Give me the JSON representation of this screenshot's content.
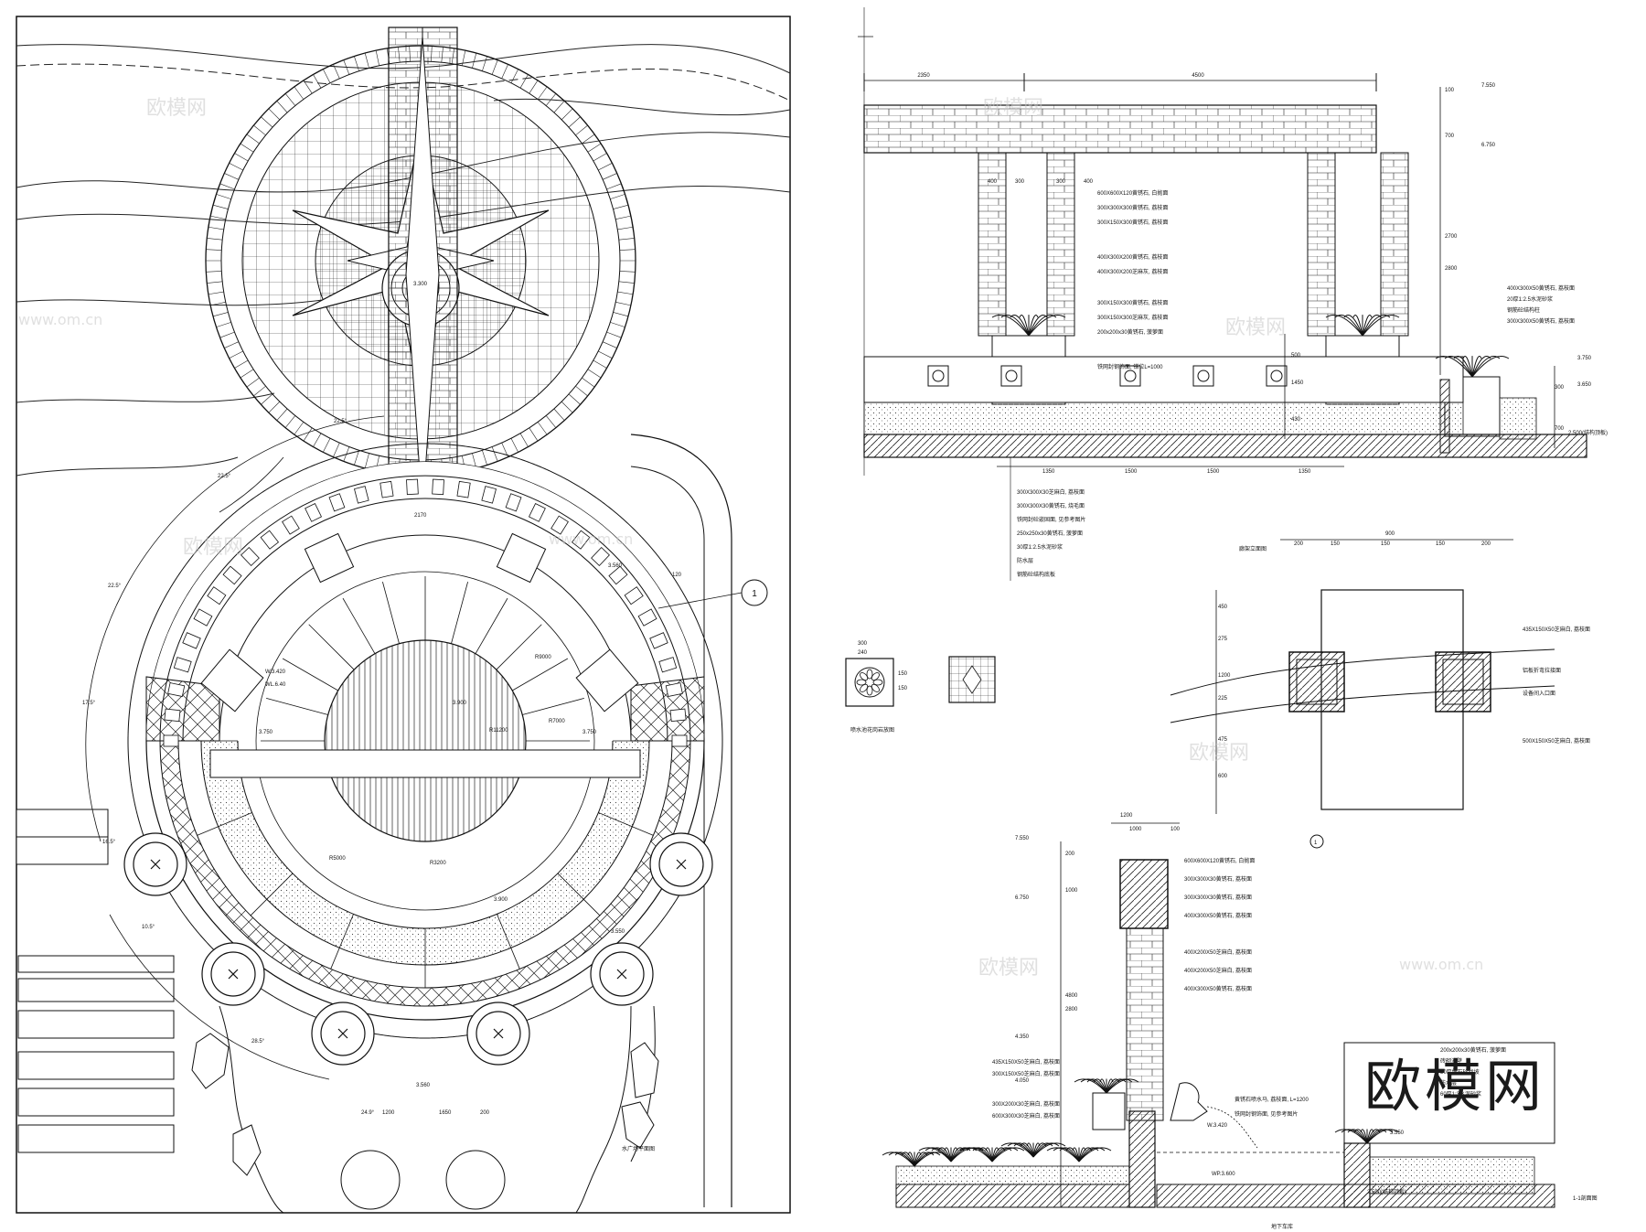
{
  "watermark": {
    "brand": "欧模网",
    "url": "www.om.cn",
    "large_logo": "欧模网"
  },
  "plan": {
    "title": "水广场平面图",
    "angles": [
      "22.5°",
      "22.5°",
      "22.5°",
      "17.5°",
      "16.5°",
      "10.5°",
      "28.5°",
      "24.9°"
    ],
    "radii": [
      "R9000",
      "R11200",
      "R7000",
      "R5000",
      "R3200"
    ],
    "elevations": [
      "3.300",
      "3.560",
      "3.750",
      "3.750",
      "3.900",
      "3.900",
      "3.550",
      "3.560",
      "W.3.420",
      "WL.6.40"
    ],
    "dims": [
      "2170",
      "1200",
      "1650",
      "200",
      "120"
    ],
    "section_ref": "1"
  },
  "elevation": {
    "title": "廊架立面图",
    "top_dims": [
      "2350",
      "4500"
    ],
    "col_dims": [
      "400",
      "300",
      "300",
      "400"
    ],
    "bottom_dims": [
      "1350",
      "1500",
      "1500",
      "1350"
    ],
    "levels": [
      "7.550",
      "6.750",
      "3.750",
      "3.650",
      "2.500(结构顶板)"
    ],
    "vdims": [
      "100",
      "700",
      "2700",
      "2800",
      "1450",
      "430",
      "500",
      "300",
      "700"
    ],
    "notes": [
      "600X600X120黄锈石, 白抛面",
      "300X300X300黄锈石, 荔枝面",
      "300X150X300黄锈石, 荔枝面",
      "400X300X200黄锈石, 荔枝面",
      "400X300X200芝麻灰, 荔枝面",
      "300X150X300黄锈石, 荔枝面",
      "300X150X300芝麻灰, 荔枝面",
      "200x200x30黄锈石, 菠萝面",
      "铁网封钢饰面, 错位L=1000"
    ],
    "right_notes": [
      "400X300X50黄锈石, 荔枝面",
      "20厚1:2.5水泥砂浆",
      "钢筋砼结构柱",
      "300X300X50黄锈石, 荔枝面"
    ],
    "bottom_notes": [
      "300X300X30芝麻白, 荔枝面",
      "300X300X30黄锈石, 烧毛面",
      "铁网封砼嵌固面, 见参考图片",
      "250x250x30黄锈石, 菠萝面",
      "30厚1:2.5水泥砂浆",
      "防水层",
      "钢筋砼结构底板"
    ]
  },
  "details": {
    "small_title": "喷水池花岗岩放图",
    "pier_dims": [
      "300",
      "240",
      "150",
      "150"
    ],
    "plan_dims": [
      "900",
      "200",
      "150",
      "150",
      "150",
      "200"
    ],
    "plan_vdims": [
      "450",
      "275",
      "1200",
      "225",
      "475",
      "600"
    ],
    "plan_notes": [
      "435X150X50芝麻白, 荔枝面",
      "铝板折弯拉接面",
      "设备间入口面",
      "500X150X50芝麻白, 荔枝面"
    ],
    "section_ref": "1"
  },
  "section": {
    "title": "1-1剖面图",
    "subtitle": "地下车库",
    "top_dims": [
      "1200",
      "1000",
      "100"
    ],
    "levels": [
      "7.550",
      "6.750",
      "4.350",
      "4.050",
      "W.3.420",
      "3.550",
      "WP.3.600",
      "2.500(结构顶板)"
    ],
    "vdims": [
      "200",
      "1000",
      "4800",
      "2800"
    ],
    "left_notes": [
      "435X150X50芝麻白, 荔枝面",
      "300X150X50芝麻白, 荔枝面",
      "300X200X30芝麻白, 荔枝面",
      "600X300X30芝麻白, 荔枝面"
    ],
    "right_notes": [
      "600X600X120黄锈石, 白抛面",
      "300X300X30黄锈石, 荔枝面",
      "300X300X30黄锈石, 荔枝面",
      "400X300X50黄锈石, 荔枝面",
      "400X200X50芝麻白, 荔枝面",
      "400X200X50芝麻白, 荔枝面",
      "400X300X50黄锈石, 荔枝面"
    ],
    "fountain_notes": [
      "黄锈石喷水马, 荔枝面, L=1200",
      "铁网封钢饰面, 见参考图片"
    ],
    "pool_notes": [
      "200x200x30黄锈石, 菠萝面",
      "砖砌池壁",
      "30厚细石砼找坡",
      "防水层",
      "60厚1:3水泥砂浆"
    ]
  }
}
